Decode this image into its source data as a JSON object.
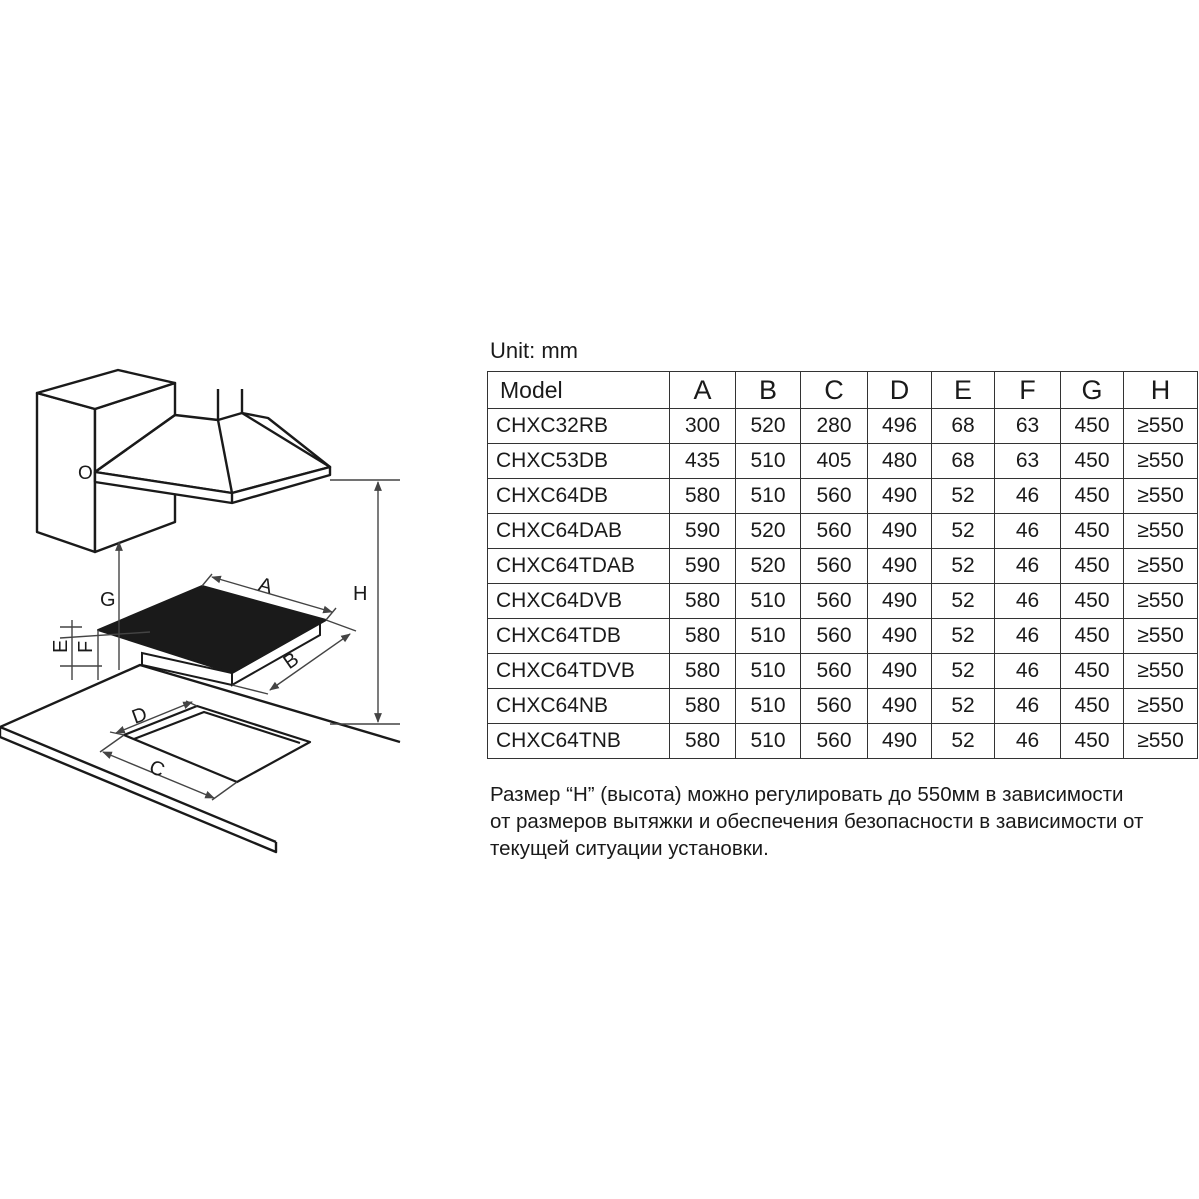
{
  "diagram_labels": {
    "a": "A",
    "b": "B",
    "c": "C",
    "d": "D",
    "e": "E",
    "f": "F",
    "g": "G",
    "h": "H",
    "o": "O"
  },
  "unit_label": "Unit: mm",
  "table": {
    "headers": [
      "Model",
      "A",
      "B",
      "C",
      "D",
      "E",
      "F",
      "G",
      "H"
    ],
    "rows": [
      [
        "CHXC32RB",
        "300",
        "520",
        "280",
        "496",
        "68",
        "63",
        "450",
        "≥550"
      ],
      [
        "CHXC53DB",
        "435",
        "510",
        "405",
        "480",
        "68",
        "63",
        "450",
        "≥550"
      ],
      [
        "CHXC64DB",
        "580",
        "510",
        "560",
        "490",
        "52",
        "46",
        "450",
        "≥550"
      ],
      [
        "CHXC64DAB",
        "590",
        "520",
        "560",
        "490",
        "52",
        "46",
        "450",
        "≥550"
      ],
      [
        "CHXC64TDAB",
        "590",
        "520",
        "560",
        "490",
        "52",
        "46",
        "450",
        "≥550"
      ],
      [
        "CHXC64DVB",
        "580",
        "510",
        "560",
        "490",
        "52",
        "46",
        "450",
        "≥550"
      ],
      [
        "CHXC64TDB",
        "580",
        "510",
        "560",
        "490",
        "52",
        "46",
        "450",
        "≥550"
      ],
      [
        "CHXC64TDVB",
        "580",
        "510",
        "560",
        "490",
        "52",
        "46",
        "450",
        "≥550"
      ],
      [
        "CHXC64NB",
        "580",
        "510",
        "560",
        "490",
        "52",
        "46",
        "450",
        "≥550"
      ],
      [
        "CHXC64TNB",
        "580",
        "510",
        "560",
        "490",
        "52",
        "46",
        "450",
        "≥550"
      ]
    ]
  },
  "note_lines": [
    "Размер “H” (высота) можно регулировать до 550мм в зависимости",
    "от размеров вытяжки и обеспечения безопасности в зависимости от",
    "текущей ситуации установки."
  ]
}
